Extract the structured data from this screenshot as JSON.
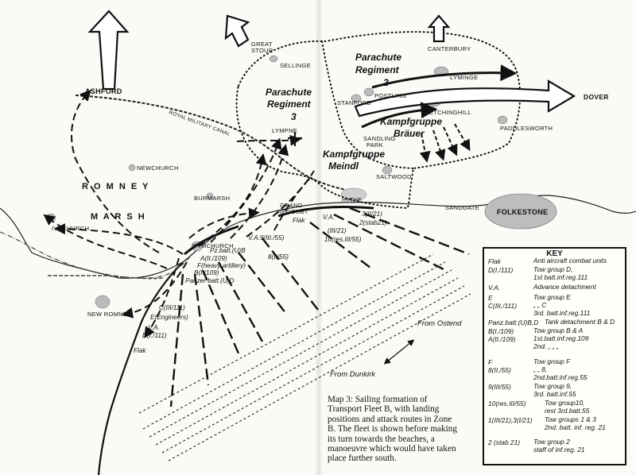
{
  "places": {
    "ashford": "ASHFORD",
    "great_stour_1": "GREAT",
    "great_stour_2": "STOUR",
    "sellinge": "SELLINGE",
    "canterbury": "CANTERBURY",
    "lyminge": "LYMINGE",
    "postling": "POSTLING",
    "stanford": "STANFORD",
    "etchinghill": "ETCHINGHILL",
    "paddlesworth": "PADDLESWORTH",
    "dover": "DOVER",
    "lympne": "LYMPNE",
    "sandling_1": "SANDLING",
    "sandling_2": "PARK",
    "saltwood": "SALTWOOD",
    "newchurch": "NEWCHURCH",
    "burmarsh": "BURMARSH",
    "hythe": "HYTHE",
    "grand_redoubt_1": "GRAND",
    "grand_redoubt_2": "REDOUBT",
    "sandgate": "SANDGATE",
    "folkestone": "FOLKESTONE",
    "ivychurch": "IVYCHURCH",
    "dymchurch": "DYMCHURCH",
    "new_romney": "NEW ROMNEY",
    "romney": "R O M N E Y",
    "marsh": "M A R S H",
    "canal": "ROYAL MILITARY CANAL"
  },
  "units": {
    "para3_1": "Parachute",
    "para3_2": "Regiment",
    "para3_3": "3",
    "para2_1": "Parachute",
    "para2_2": "Regiment",
    "para2_3": "2",
    "brauer_1": "Kampfgruppe",
    "brauer_2": "Bräuer",
    "meindl_1": "Kampfgruppe",
    "meindl_2": "Meindl"
  },
  "fleet_labels": {
    "flak_top": "Flak",
    "va_top": "V.A.",
    "iii21": "(III/21)",
    "t_3_ii21": "3(II/21)",
    "t_2_stab21": "2(stab21)",
    "t_10": "10(res.III/55)",
    "t_8": "8(II/55)",
    "t_va9": "V.A.9(III./55)",
    "pz_batt": "Pz.batt.(U)B",
    "a_ii109": "A(II./109)",
    "f_heavy": "F(heavy artillery)",
    "b_i109": "B(I./109)",
    "panzer_batt": "Panzer batt.(U)D",
    "c_iii111": "C(III/111)",
    "e_eng": "E(Engineers)",
    "va_low": "V.A.",
    "d_i111": "D(I./111)",
    "flak_low": "Flak"
  },
  "directions": {
    "ostend": "From Ostend",
    "dunkirk": "From Dunkirk"
  },
  "key": {
    "title": "KEY",
    "rows": [
      {
        "code": "Flak",
        "l1": "Anti aircraft combat units",
        "l2": ""
      },
      {
        "code": "D(I./111)",
        "l1": "Tow group D,",
        "l2": "1st batt.inf.reg.111"
      },
      {
        "code": "V.A.",
        "l1": "Advance detachment",
        "l2": ""
      },
      {
        "code": "E",
        "l1": "Tow group E",
        "l2": ""
      },
      {
        "code": "C(III./111)",
        "l1": "„     „     C",
        "l2": "3rd. batt.inf.reg.111"
      },
      {
        "code": "Panz.batt.(U)B,D",
        "l1": "Tank detachment B & D",
        "l2": ""
      },
      {
        "code": "B(I./109)",
        "l1": "Tow group B & A",
        "l2": ""
      },
      {
        "code": "A(II./109)",
        "l1": "1st.batt.inf.reg.109",
        "l2": "2nd. „  „   „"
      },
      {
        "code": "F",
        "l1": "Tow group F",
        "l2": ""
      },
      {
        "code": "8(II./55)",
        "l1": "„     „    8,",
        "l2": "2nd.batt.inf.reg.55"
      },
      {
        "code": "9(III/55)",
        "l1": "Tow group 9,",
        "l2": "3rd. batt.inf.55"
      },
      {
        "code": "10(res.III/55)",
        "l1": "Tow group10,",
        "l2": "rest 3rd.batt.55"
      },
      {
        "code": "1(III/21),3(I/21)",
        "l1": "Tow groups 1 & 3",
        "l2": "2nd. batt. inf. reg. 21"
      },
      {
        "code": "2 (stab 21)",
        "l1": "Tow group 2",
        "l2": "staff of inf.reg. 21"
      }
    ]
  },
  "caption": [
    "Map 3: Sailing formation of",
    "Transport Fleet B, with landing",
    "positions and attack routes in Zone",
    "B. The fleet is shown before making",
    "its turn towards the beaches, a",
    "manoeuvre which would have taken",
    "place further south."
  ]
}
